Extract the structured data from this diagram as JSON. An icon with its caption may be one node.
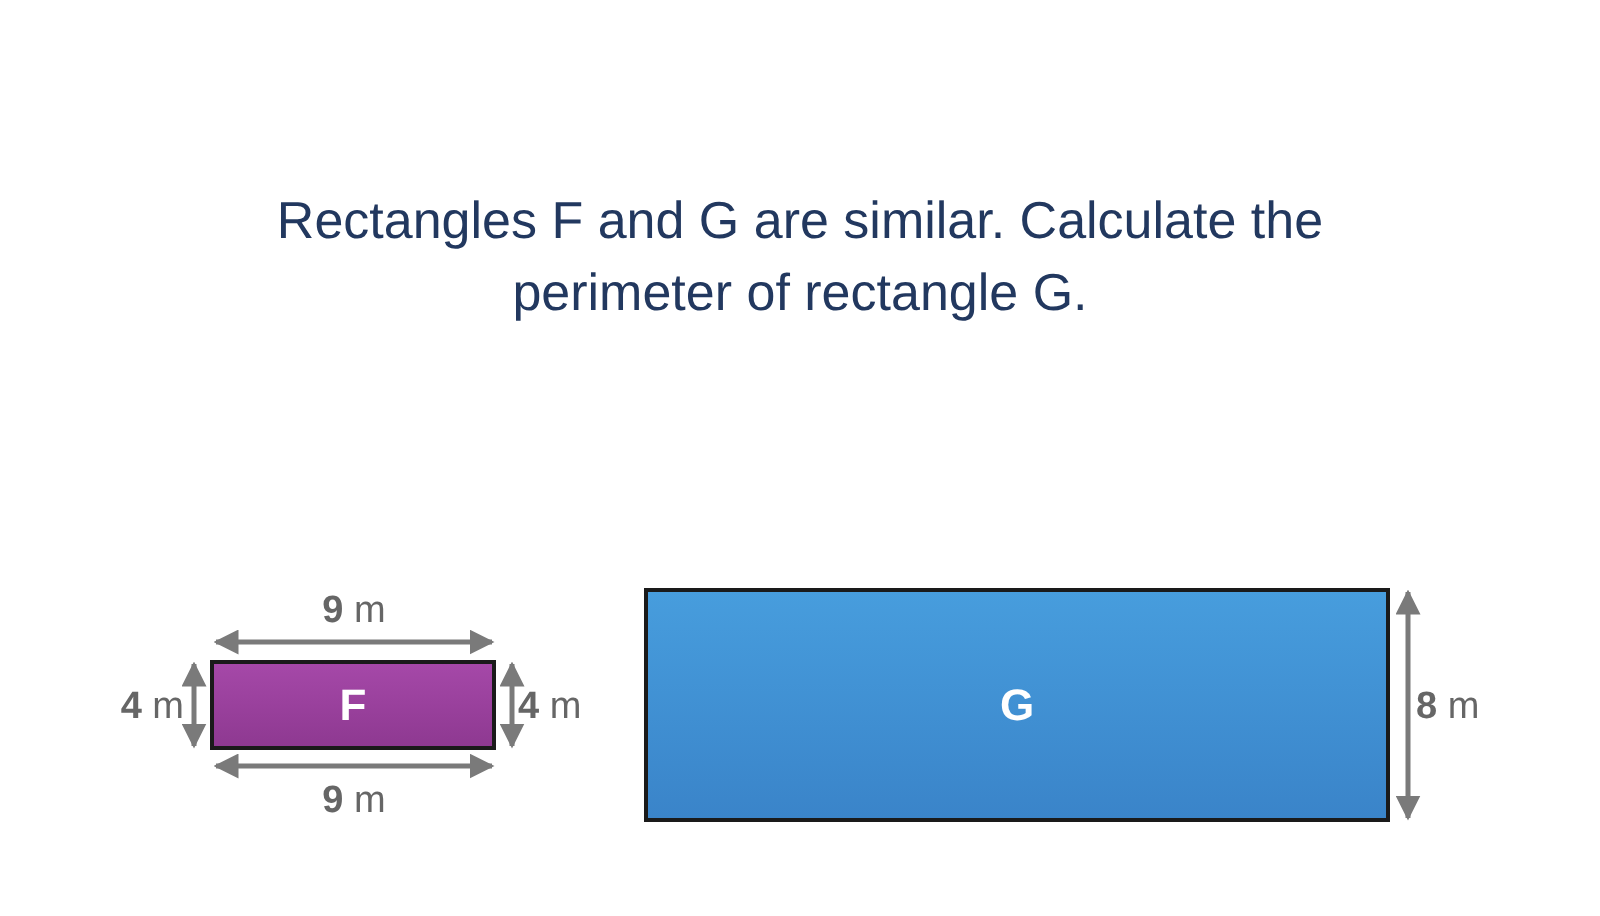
{
  "diagram": {
    "title": "Rectangles F and G are similar. Calculate the perimeter of rectangle G.",
    "nodes": [
      {
        "text": [
          "F"
        ]
      },
      {
        "text": [
          "G"
        ]
      }
    ],
    "labels": [
      "**9** m",
      "**4** m",
      "**4** m",
      "**8** m",
      "**9** m"
    ]
  }
}
